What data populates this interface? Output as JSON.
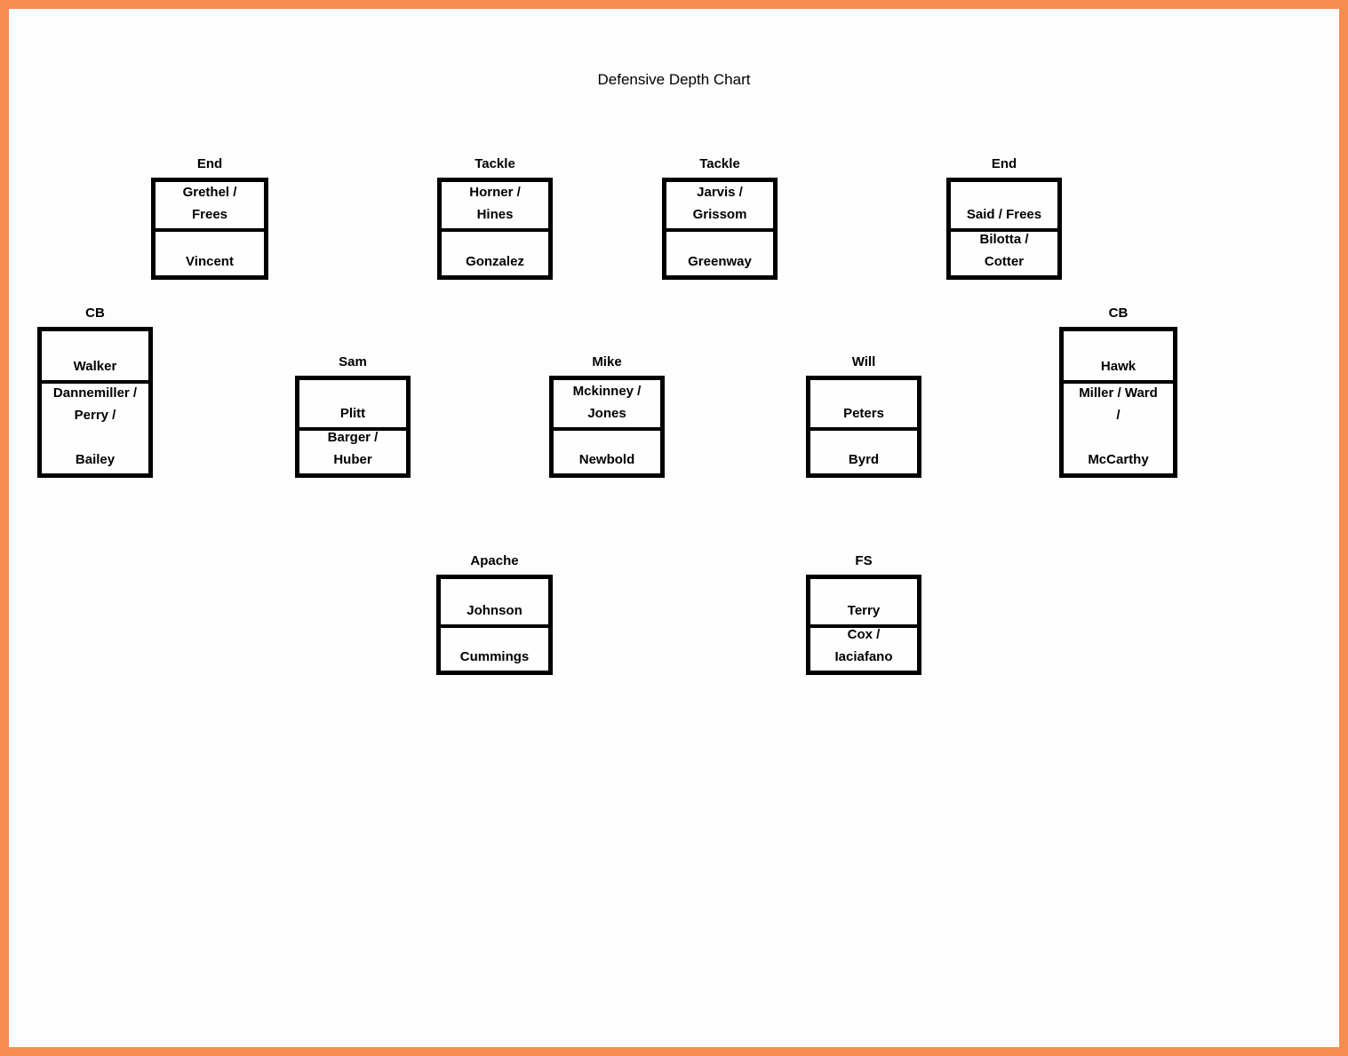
{
  "title": "Defensive Depth Chart",
  "colors": {
    "frame_outer_pink": "#d94f8e",
    "frame_outer_purple_right": "#7030a0",
    "frame_orange": "#f68c51",
    "box_border": "#000000",
    "background": "#fdfdfd",
    "text": "#000000"
  },
  "positions": [
    {
      "id": "end-left",
      "label": "End",
      "starters": [
        "Grethel /",
        "Frees"
      ],
      "backups": [
        "Vincent"
      ]
    },
    {
      "id": "tackle-left",
      "label": "Tackle",
      "starters": [
        "Horner /",
        "Hines"
      ],
      "backups": [
        "Gonzalez"
      ]
    },
    {
      "id": "tackle-right",
      "label": "Tackle",
      "starters": [
        "Jarvis /",
        "Grissom"
      ],
      "backups": [
        "Greenway"
      ]
    },
    {
      "id": "end-right",
      "label": "End",
      "starters": [
        "Said / Frees"
      ],
      "backups": [
        "Bilotta /",
        "Cotter"
      ]
    },
    {
      "id": "cb-left",
      "label": "CB",
      "starters": [
        "Walker"
      ],
      "backups": [
        "Dannemiller /",
        "Perry /",
        "",
        "Bailey"
      ]
    },
    {
      "id": "sam",
      "label": "Sam",
      "starters": [
        "Plitt"
      ],
      "backups": [
        "Barger /",
        "Huber"
      ]
    },
    {
      "id": "mike",
      "label": "Mike",
      "starters": [
        "Mckinney /",
        "Jones"
      ],
      "backups": [
        "Newbold"
      ]
    },
    {
      "id": "will",
      "label": "Will",
      "starters": [
        "Peters"
      ],
      "backups": [
        "Byrd"
      ]
    },
    {
      "id": "cb-right",
      "label": "CB",
      "starters": [
        "Hawk"
      ],
      "backups": [
        "Miller / Ward",
        "/",
        "",
        "McCarthy"
      ]
    },
    {
      "id": "apache",
      "label": "Apache",
      "starters": [
        "Johnson"
      ],
      "backups": [
        "Cummings"
      ]
    },
    {
      "id": "fs",
      "label": "FS",
      "starters": [
        "Terry"
      ],
      "backups": [
        "Cox /",
        "Iaciafano"
      ]
    }
  ]
}
